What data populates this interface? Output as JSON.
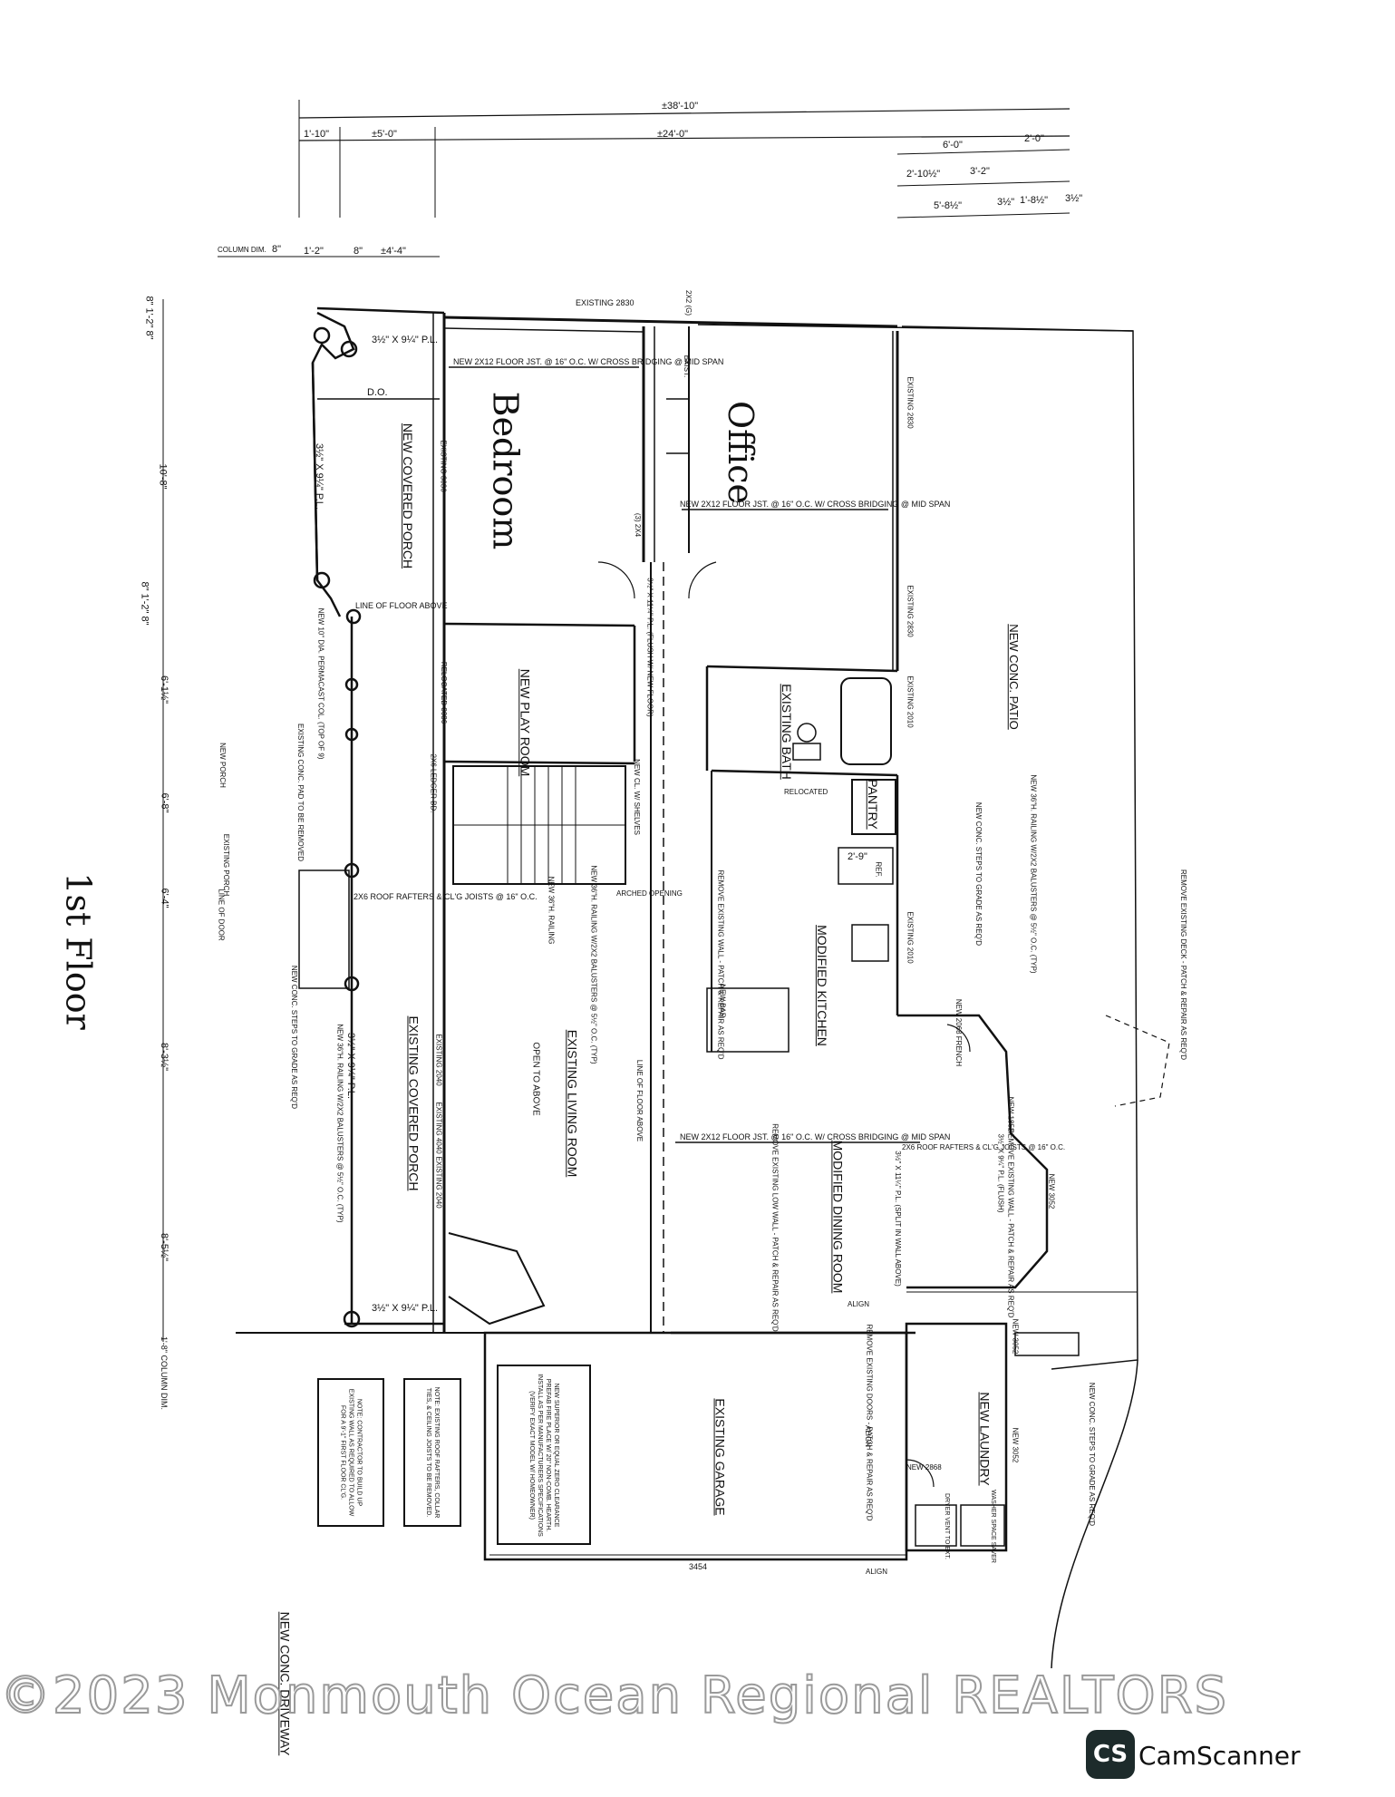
{
  "dimensions": {
    "overall": "±38'-10\"",
    "left_1": "1'-10\"",
    "left_2": "±5'-0\"",
    "middle": "±24'-0\"",
    "right_top": "6'-0\"",
    "right_top_2": "2'-0\"",
    "right_row2_a": "2'-10½\"",
    "right_row2_b": "3'-2\"",
    "right_row3_a": "5'-8½\"",
    "right_row3_b": "3½\"",
    "right_row3_c": "1'-8½\"",
    "right_row3_d": "3½\"",
    "column_dim_label": "COLUMN DIM.",
    "col_a": "8\"",
    "col_b": "1'-2\"",
    "col_c": "8\"",
    "col_d": "±4'-4\"",
    "v_1": "8\" 1'-2\" 8\"",
    "v_2": "10'-8\"",
    "v_3": "8\" 1'-2\" 8\"",
    "v_4": "6'-1½\"",
    "v_5": "6'-8\"",
    "v_6": "6'-4\"",
    "v_7": "8'-3½\"",
    "v_8": "8'-5½\"",
    "v_9": "1'-8\" COLUMN DIM."
  },
  "rooms": {
    "bedroom": "Bedroom",
    "office": "Office",
    "floor": "1st Floor",
    "new_covered_porch": "NEW COVERED PORCH",
    "new_play_room": "NEW PLAY ROOM",
    "existing_bath": "EXISTING BATH",
    "pantry": "PANTRY",
    "modified_kitchen": "MODIFIED KITCHEN",
    "existing_living_room": "EXISTING LIVING ROOM",
    "open_to_above": "OPEN TO ABOVE",
    "existing_covered_porch": "EXISTING COVERED PORCH",
    "modified_dining_room": "MODIFIED DINING ROOM",
    "existing_garage": "EXISTING GARAGE",
    "new_laundry": "NEW LAUNDRY",
    "new_conc_patio": "NEW CONC. PATIO",
    "new_conc_driveway": "NEW CONC. DRIVEWAY"
  },
  "notes": {
    "existing_2830": "EXISTING 2830",
    "new_2x12_floor_top": "NEW 2X12 FLOOR JST. @ 16\" O.C. W/ CROSS BRIDGING @ MID SPAN",
    "new_2x12_floor_office": "NEW 2X12 FLOOR JST. @ 16\" O.C. W/ CROSS BRIDGING @ MID SPAN",
    "new_2x12_floor_dining": "NEW 2X12 FLOOR JST. @ 16\" O.C. W/ CROSS BRIDGING @ MID SPAN",
    "pl_top": "3½\" X 9¼\" P.L.",
    "pl_bottom": "3½\" X 9¼\" P.L.",
    "pl_left": "3½\" X 9¼\" P.L.",
    "pl_porch": "3½\" X 9¼\" P.L.",
    "do_label": "D.O.",
    "line_of_floor_above": "LINE OF FLOOR ABOVE",
    "new_10_col": "NEW 10\" DIA. PERMACAST COL. (TOP OF 9)",
    "existing_conc_pad": "EXISTING CONC. PAD TO BE REMOVED",
    "new_porch": "NEW PORCH",
    "existing_porch": "EXISTING PORCH",
    "line_of_door": "LINE OF DOOR",
    "roof_rafters": "2X6 ROOF RAFTERS & CL'G JOISTS @ 16\" O.C.",
    "new_conc_steps_left": "NEW CONC. STEPS TO GRADE AS REQ'D",
    "new_railing_left": "NEW 36\"H. RAILING W/2X2 BALUSTERS @ 5½\" O.C. (TYP)",
    "new_railing_stair": "NEW 36\"H. RAILING W/2X2 BALUSTERS @ 5½\" O.C. (TYP)",
    "new_railing_patio": "NEW 36\"H. RAILING W/2X2 BALUSTERS @ 5½\" O.C. (TYP)",
    "new_conc_steps_patio": "NEW CONC. STEPS TO GRADE AS REQ'D",
    "new_conc_steps_laundry": "NEW CONC. STEPS TO GRADE AS REQ'D",
    "remove_deck": "REMOVE EXISTING DECK - PATCH & REPAIR AS REQ'D",
    "relocated_bd": "RELOCATED 3036",
    "existing_3036": "EXISTING 3036",
    "existing_2040_a": "EXISTING 2040",
    "existing_4040": "EXISTING 4040",
    "existing_2040_b": "EXISTING 2040",
    "existing_2830_office": "EXISTING 2830",
    "existing_2830_office_b": "EXISTING 2830",
    "existing_2010": "EXISTING 2010",
    "existing_2010_b": "EXISTING 2010",
    "new_cl": "NEW CL. W/ SHELVES",
    "rough_pl": "3½\" X 11¼\" P.L. (FLUSH W/ NEW FLOOR)",
    "arched_opening": "ARCHED OPENING",
    "remove_existing_wall": "REMOVE EXISTING WALL - PATCH & REPAIR AS REQ'D",
    "line_of_floor_above_b": "LINE OF FLOOR ABOVE",
    "new_bar": "NEW BAR",
    "relocated": "RELOCATED",
    "ref": "REF.",
    "pantry_dim": "2'-9\"",
    "remove_low_wall": "REMOVE EXISTING LOW WALL - PATCH & REPAIR AS REQ'D",
    "new_french": "NEW 2068 FRENCH",
    "new_1852": "NEW 1852",
    "new_3052": "NEW 3052",
    "new_3052_b": "NEW 3052",
    "roof_rafters_dining": "2X6 ROOF RAFTERS & CL'G JOISTS @ 16\" O.C.",
    "remove_existing_wall_b": "REMOVE EXISTING WALL - PATCH & REPAIR AS REQ'D",
    "dining_pl": "3½\" X 9¼\" P.L. (FLUSH)",
    "dining_pl_b": "3½\" X 11¼\" P.L. (SPLIT IN WALL ABOVE)",
    "fireplace_note": "NEW SUPERIOR OR EQUAL ZERO CLEARANCE PREFAB FIRE PLACE W/ 20\" NON-COMB. HEARTH. INSTALL AS PER MANUFACTURERS SPECIFICATIONS (VERIFY EXACT MODEL W/ HOMEOWNER)",
    "remove_doors": "REMOVE EXISTING DOORS - PATCH & REPAIR AS REQ'D",
    "align": "ALIGN",
    "align_b": "ALIGN",
    "align_c": "ALIGN",
    "new_2868": "NEW 2868",
    "dryer_vent": "DRYER VENT TO EXT.",
    "washer": "WASHER SPACE SAVER",
    "new_3052_laundry": "NEW 3052",
    "garage_door": "3454",
    "note_1": "NOTE: EXISTING ROOF RAFTERS, COLLAR TIES, & CEILING JOISTS TO BE REMOVED.",
    "note_2": "NOTE: CONTRACTOR TO BUILD UP EXISTING WALL AS REQUIRED TO ALLOW FOR A 9'-1\" FIRST FLOOR CL'G.",
    "exist": "EXIST.",
    "2x2_g": "2X2 (G)",
    "3_2x4": "(3) 2X4",
    "2x6_leader": "2X6 LEDGER BD.",
    "new_36_railing_stair": "NEW 36\"H. RAILING"
  },
  "watermark": "©2023 Monmouth Ocean Regional REALTORS",
  "brand": {
    "logo": "CS",
    "name": "CamScanner"
  }
}
